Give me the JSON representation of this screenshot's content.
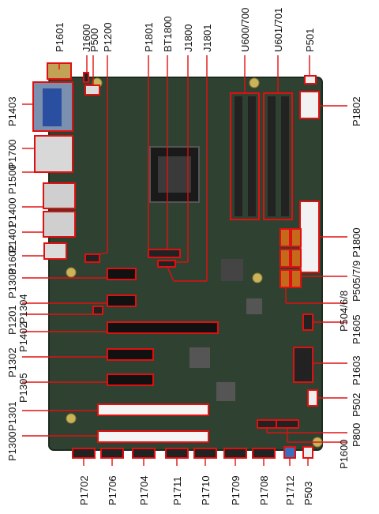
{
  "labels_top": [
    "P1601",
    "J1600",
    "P500",
    "P1200",
    "P1801",
    "BT1800",
    "J1800",
    "J1801",
    "U600/700",
    "U601/701",
    "P501"
  ],
  "labels_left": [
    "P1403",
    "P1700",
    "P1500",
    "P1400",
    "P1401",
    "P1602",
    "P1303",
    "P1201",
    "P1304",
    "P1402",
    "P1302",
    "P1305",
    "P1301",
    "P1300"
  ],
  "labels_right": [
    "P1802",
    "P1800",
    "P505/7/9",
    "P504/6/8",
    "P1605",
    "P1603",
    "P502",
    "P800",
    "P1600"
  ],
  "labels_bottom": [
    "P1702",
    "P1706",
    "P1704",
    "P1711",
    "P1710",
    "P1709",
    "P1708",
    "P1712",
    "P503"
  ],
  "board": {
    "color": "#2e4030",
    "highlight_color": "#e01010"
  }
}
